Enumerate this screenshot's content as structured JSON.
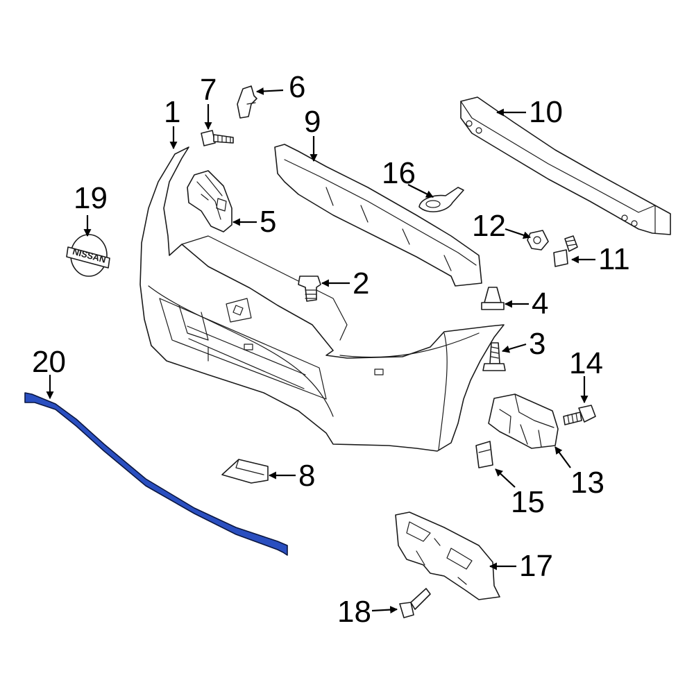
{
  "diagram": {
    "highlight_color": "#2a4fc0",
    "callouts": [
      {
        "id": "c1",
        "label": "1"
      },
      {
        "id": "c2",
        "label": "2"
      },
      {
        "id": "c3",
        "label": "3"
      },
      {
        "id": "c4",
        "label": "4"
      },
      {
        "id": "c5",
        "label": "5"
      },
      {
        "id": "c6",
        "label": "6"
      },
      {
        "id": "c7",
        "label": "7"
      },
      {
        "id": "c8",
        "label": "8"
      },
      {
        "id": "c9",
        "label": "9"
      },
      {
        "id": "c10",
        "label": "10"
      },
      {
        "id": "c11",
        "label": "11"
      },
      {
        "id": "c12",
        "label": "12"
      },
      {
        "id": "c13",
        "label": "13"
      },
      {
        "id": "c14",
        "label": "14"
      },
      {
        "id": "c15",
        "label": "15"
      },
      {
        "id": "c16",
        "label": "16"
      },
      {
        "id": "c17",
        "label": "17"
      },
      {
        "id": "c18",
        "label": "18"
      },
      {
        "id": "c19",
        "label": "19"
      },
      {
        "id": "c20",
        "label": "20"
      }
    ],
    "emblem_text": "NISSAN"
  }
}
